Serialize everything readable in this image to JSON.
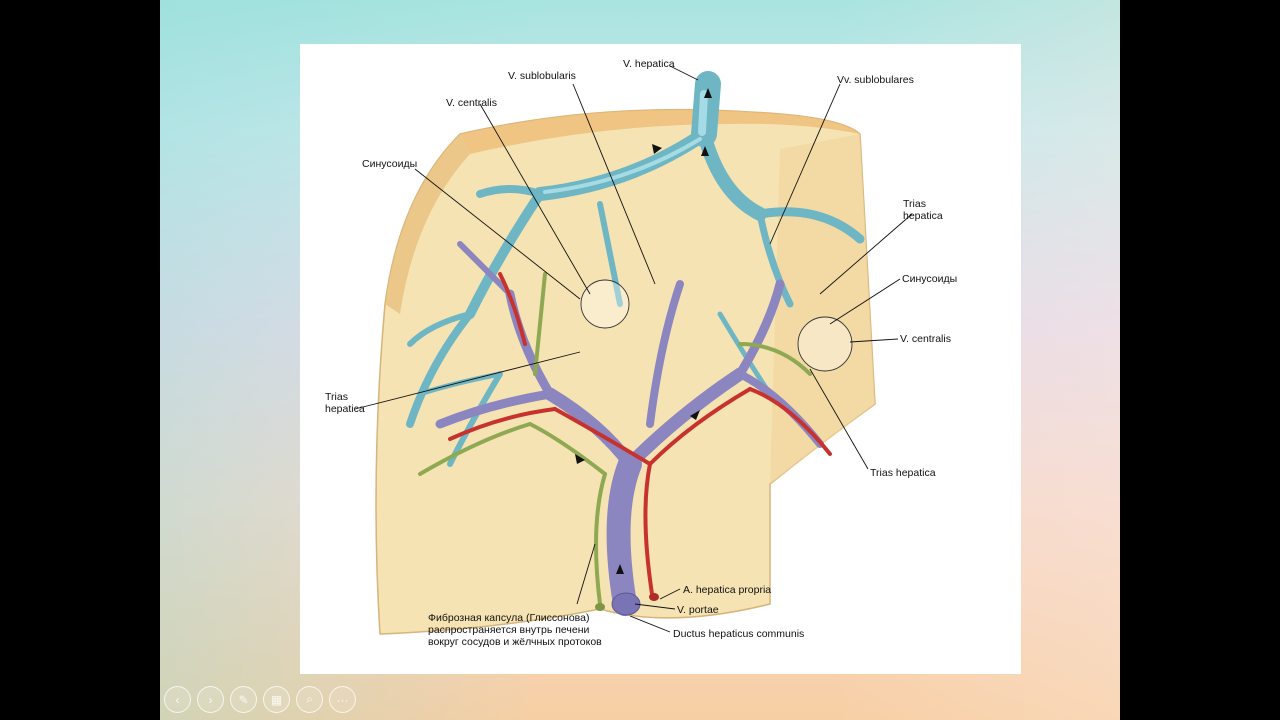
{
  "diagram": {
    "labels": {
      "v_hepatica": "V. hepatica",
      "v_sublobularis": "V. sublobularis",
      "vv_sublobulares": "Vv. sublobulares",
      "v_centralis_top": "V. centralis",
      "sinusoidy_left": "Синусоиды",
      "trias_left": "Trias\nhepatica",
      "trias_right_top": "Trias\nhepatica",
      "sinusoidy_right": "Синусоиды",
      "v_centralis_right": "V. centralis",
      "trias_right_bottom": "Trias hepatica",
      "a_hepatica_propria": "A. hepatica propria",
      "v_portae": "V. portae",
      "ductus": "Ductus hepaticus communis",
      "capsule_note": "Фиброзная капсула (Глиссонова)\nраспространяется внутрь печени\nвокруг сосудов и жёлчных протоков"
    }
  },
  "controls": {
    "prev_icon": "arrow-left-icon",
    "next_icon": "arrow-right-icon",
    "pen_icon": "pen-icon",
    "slides_icon": "slides-icon",
    "zoom_icon": "magnifier-icon",
    "more_icon": "more-icon",
    "prev_glyph": "‹",
    "next_glyph": "›",
    "pen_glyph": "✎",
    "slides_glyph": "▦",
    "zoom_glyph": "⌕",
    "more_glyph": "···"
  }
}
